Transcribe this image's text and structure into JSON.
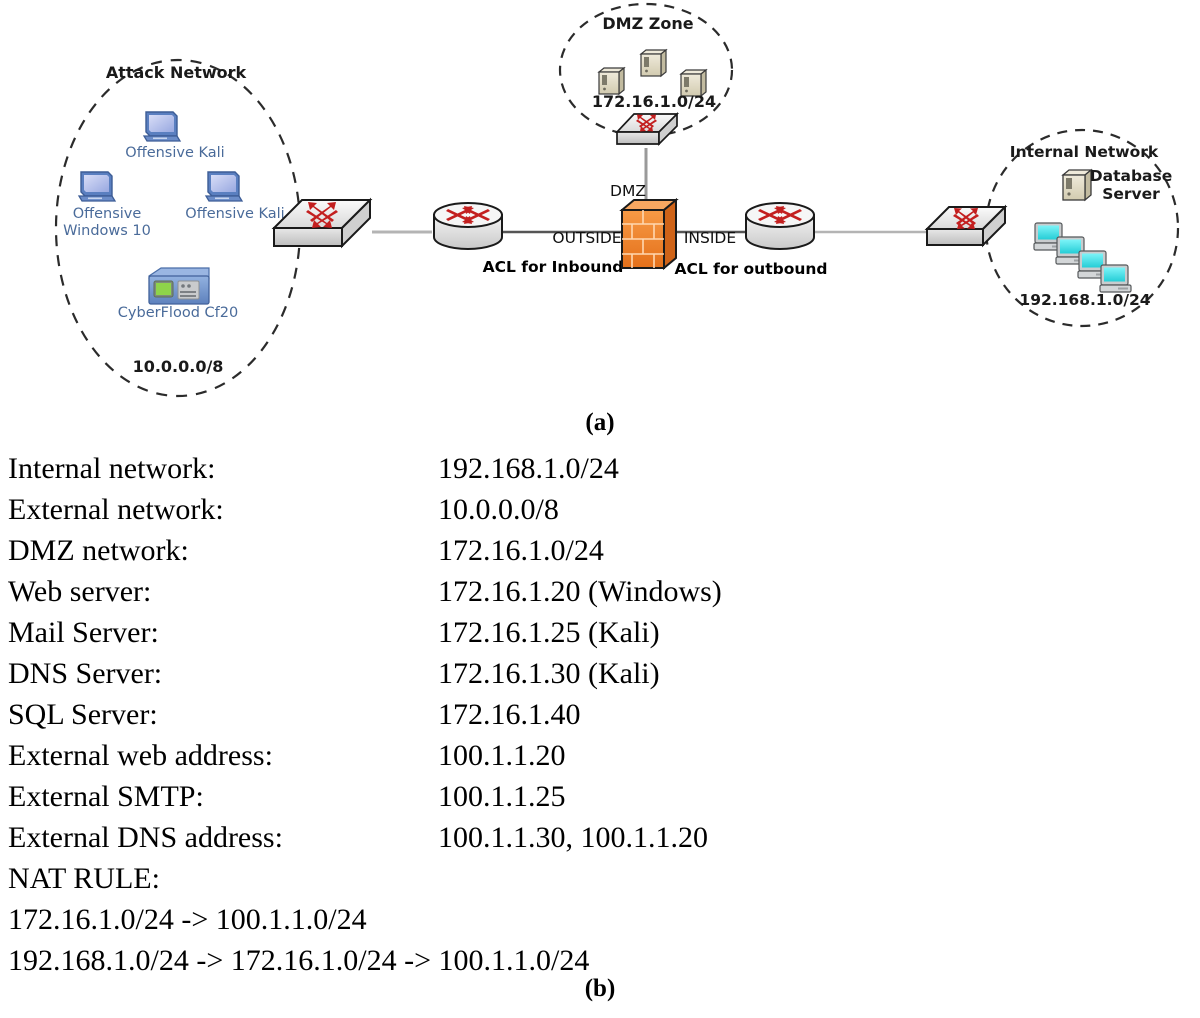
{
  "figure": {
    "caption_a": "(a)",
    "caption_b": "(b)"
  },
  "diagram": {
    "zones": {
      "attack": {
        "title": "Attack Network",
        "subnet": "10.0.0.0/8",
        "nodes": [
          {
            "label": "Offensive Kali",
            "icon": "laptop-icon"
          },
          {
            "label_line1": "Offensive",
            "label_line2": "Windows 10",
            "icon": "laptop-icon"
          },
          {
            "label": "Offensive Kali",
            "icon": "laptop-icon"
          },
          {
            "label": "CyberFlood Cf20",
            "icon": "appliance-icon"
          }
        ],
        "switch": "switch-icon"
      },
      "dmz": {
        "title": "DMZ Zone",
        "subnet": "172.16.1.0/24",
        "servers": 3,
        "switch": "switch-icon",
        "link_label": "DMZ"
      },
      "internal": {
        "title": "Internal Network",
        "subnet": "192.168.1.0/24",
        "db_label_line1": "Database",
        "db_label_line2": "Server",
        "workstations": 4,
        "switch": "switch-icon"
      }
    },
    "firewall": {
      "icon": "firewall-icon",
      "interface_outside": "OUTSIDE",
      "interface_inside": "INSIDE",
      "interface_dmz": "DMZ"
    },
    "routers": [
      {
        "icon": "router-icon",
        "label": "ACL for Inbound"
      },
      {
        "icon": "router-icon",
        "label": "ACL for outbound"
      }
    ],
    "colors": {
      "laptop_blue": "#5a7fc0",
      "laptop_screen": "#b9c4ee",
      "appliance_blue": "#6f93cf",
      "appliance_screen": "#8ed44a",
      "server_beige": "#ded8c0",
      "pc_screen": "#3fe2e8",
      "firewall_orange": "#ef7f2a",
      "router_arrow_red": "#c31f1f",
      "switch_face": "#e3e3e3",
      "link_line": "#b0b0b0",
      "zone_dash": "#2b2b2b",
      "label_blue": "#4a6b9a"
    }
  },
  "spec": {
    "rows": [
      {
        "key": "Internal network:",
        "value": "192.168.1.0/24"
      },
      {
        "key": "External network:",
        "value": "10.0.0.0/8"
      },
      {
        "key": "DMZ network:",
        "value": "172.16.1.0/24"
      },
      {
        "key": "Web server:",
        "value": "172.16.1.20 (Windows)"
      },
      {
        "key": "Mail Server:",
        "value": "172.16.1.25 (Kali)"
      },
      {
        "key": "DNS Server:",
        "value": "172.16.1.30 (Kali)"
      },
      {
        "key": "SQL Server:",
        "value": "172.16.1.40"
      },
      {
        "key": "External web address:",
        "value": "100.1.1.20"
      },
      {
        "key": "External SMTP:",
        "value": "100.1.1.25"
      },
      {
        "key": "External DNS address:",
        "value": "100.1.1.30, 100.1.1.20"
      }
    ],
    "nat_heading": "NAT RULE:",
    "nat_rules": [
      "172.16.1.0/24 -> 100.1.1.0/24",
      "192.168.1.0/24 -> 172.16.1.0/24 -> 100.1.1.0/24"
    ]
  }
}
